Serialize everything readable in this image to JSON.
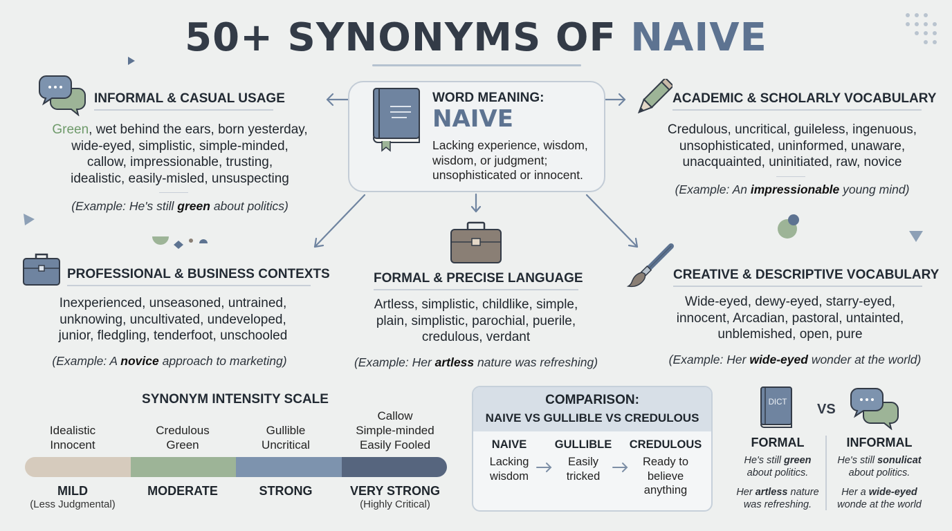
{
  "title": {
    "main": "50+ SYNONYMS OF ",
    "accent": "NAIVE"
  },
  "center": {
    "label": "WORD MEANING:",
    "word": "NAIVE",
    "definition": [
      "Lacking experience, wisdom,",
      "wisdom, or judgment;",
      "unsophisticated or innocent."
    ]
  },
  "informal": {
    "title": "INFORMAL & CASUAL USAGE",
    "first_word": "Green",
    "lines": [
      ", wet behind the ears, born yesterday,",
      "wide-eyed, simplistic, simple-minded,",
      "callow, impressionable, trusting,",
      "idealistic, easily-misled, unsuspecting"
    ],
    "example": {
      "pre": "(Example: He's still ",
      "bold": "green",
      "post": " about politics)"
    }
  },
  "academic": {
    "title": "ACADEMIC & SCHOLARLY VOCABULARY",
    "lines": [
      "Credulous, uncritical, guileless, ingenuous,",
      "unsophisticated, uninformed, unaware,",
      "unacquainted, uninitiated, raw, novice"
    ],
    "example": {
      "pre": "(Example: An ",
      "bold": "impressionable",
      "post": " young mind)"
    }
  },
  "professional": {
    "title": "PROFESSIONAL & BUSINESS CONTEXTS",
    "lines": [
      "Inexperienced, unseasoned, untrained,",
      "unknowing, uncultivated, undeveloped,",
      "junior, fledgling, tenderfoot, unschooled"
    ],
    "example": {
      "pre": "(Example: A ",
      "bold": "novice",
      "post": " approach to marketing)"
    }
  },
  "formal": {
    "title": "FORMAL & PRECISE LANGUAGE",
    "lines": [
      "Artless, simplistic, childlike, simple,",
      "plain, simplistic, parochial, puerile,",
      "credulous, verdant"
    ],
    "example": {
      "pre": "(Example: Her ",
      "bold": "artless",
      "post": " nature was refreshing)"
    }
  },
  "creative": {
    "title": "CREATIVE & DESCRIPTIVE VOCABULARY",
    "lines": [
      "Wide-eyed, dewy-eyed, starry-eyed,",
      "innocent, Arcadian, pastoral, untainted,",
      "unblemished, open, pure"
    ],
    "example": {
      "pre": "(Example: Her ",
      "bold": "wide-eyed",
      "post": " wonder at the world)"
    }
  },
  "scale": {
    "title": "SYNONYM INTENSITY SCALE",
    "levels": [
      {
        "words": [
          "Idealistic",
          "Innocent"
        ],
        "label": "MILD",
        "note": "(Less Judgmental)",
        "color": "#d6cbbd"
      },
      {
        "words": [
          "Credulous",
          "Green"
        ],
        "label": "MODERATE",
        "note": "",
        "color": "#9db497"
      },
      {
        "words": [
          "Gullible",
          "Uncritical"
        ],
        "label": "STRONG",
        "note": "",
        "color": "#7d93ae"
      },
      {
        "words": [
          "Callow",
          "Simple-minded",
          "Easily Fooled"
        ],
        "label": "VERY STRONG",
        "note": "(Highly Critical)",
        "color": "#56657e"
      }
    ]
  },
  "comparison": {
    "title": "COMPARISON:",
    "subtitle": "NAIVE VS GULLIBLE VS CREDULOUS",
    "terms": [
      {
        "term": "NAIVE",
        "def": [
          "Lacking",
          "wisdom"
        ]
      },
      {
        "term": "GULLIBLE",
        "def": [
          "Easily",
          "tricked"
        ]
      },
      {
        "term": "CREDULOUS",
        "def": [
          "Ready to",
          "believe",
          "anything"
        ]
      }
    ]
  },
  "register": {
    "dict_label": "DICT",
    "vs": "VS",
    "formal": {
      "label": "FORMAL",
      "ex1": {
        "pre": "He's still ",
        "bold": "green",
        "post": "about politics."
      },
      "ex2": {
        "pre": "Her ",
        "bold": "artless",
        "post": " nature",
        "line2": "was refreshing."
      }
    },
    "informal": {
      "label": "INFORMAL",
      "ex1": {
        "pre": "He's still ",
        "bold": "sonulicat",
        "post": "about politics."
      },
      "ex2": {
        "pre": "Her a ",
        "bold": "wide-eyed",
        "post": "",
        "line2": "wonde at the world"
      }
    }
  },
  "colors": {
    "navy": "#5d7391",
    "green": "#8fac8a",
    "taupe": "#8a7f75",
    "dark": "#333b47"
  },
  "icons": [
    "speech-bubbles-icon",
    "book-icon",
    "pencil-icon",
    "briefcase-icon",
    "paintbrush-icon",
    "dictionary-icon"
  ]
}
